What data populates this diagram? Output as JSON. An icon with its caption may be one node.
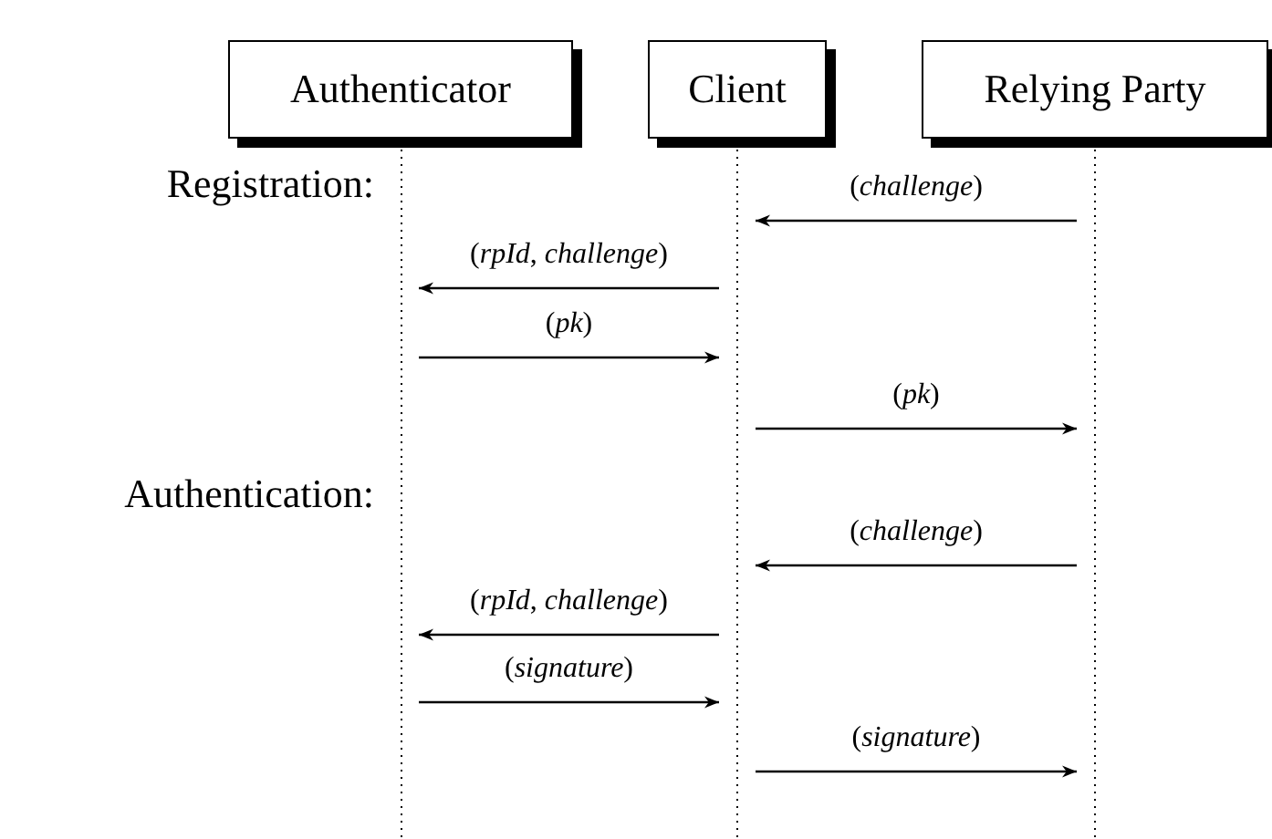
{
  "diagram": {
    "nodes": [
      {
        "text": [
          "Authenticator"
        ]
      },
      {
        "text": [
          "Client"
        ]
      },
      {
        "text": [
          "Relying Party"
        ]
      }
    ],
    "edges": [
      {
        "from": 2,
        "to": 1,
        "arrow": "to",
        "label": "(*challenge*)"
      },
      {
        "from": 1,
        "to": 0,
        "arrow": "to",
        "label": "(*rpId*, *challenge*)"
      },
      {
        "from": 0,
        "to": 1,
        "arrow": "to",
        "label": "(*pk*)"
      },
      {
        "from": 1,
        "to": 2,
        "arrow": "to",
        "label": "(*pk*)"
      },
      {
        "from": 2,
        "to": 1,
        "arrow": "to",
        "label": "(*challenge*)"
      },
      {
        "from": 1,
        "to": 0,
        "arrow": "to",
        "label": "(*rpId*, *challenge*)"
      },
      {
        "from": 0,
        "to": 1,
        "arrow": "to",
        "label": "(*signature*)"
      },
      {
        "from": 1,
        "to": 2,
        "arrow": "to",
        "label": "(*signature*)"
      }
    ],
    "labels": [
      "Registration:",
      "Authentication:"
    ]
  }
}
